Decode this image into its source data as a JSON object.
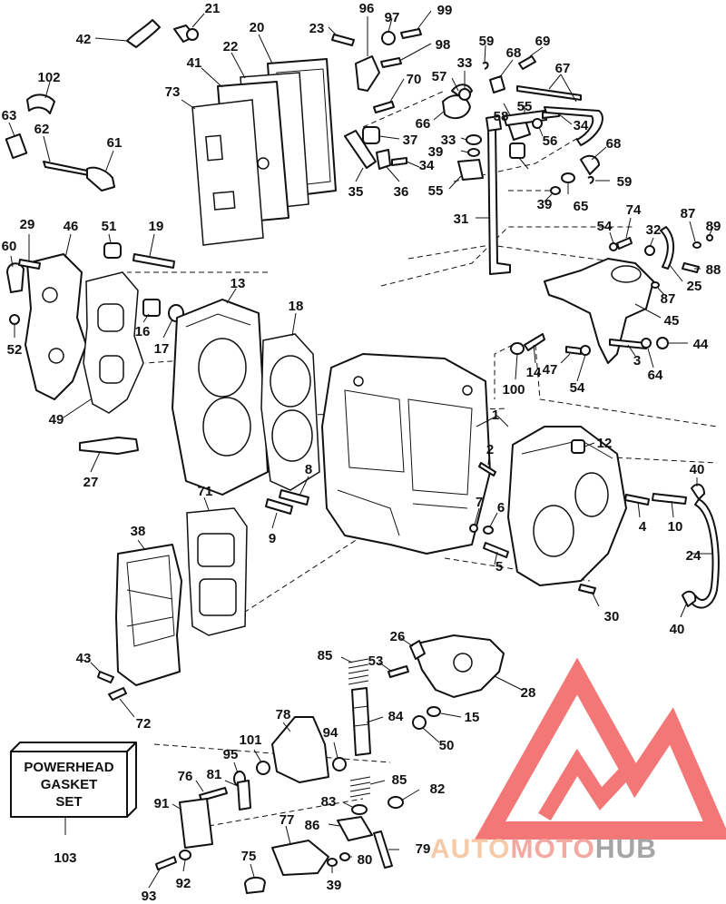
{
  "kit_label": [
    "POWERHEAD",
    "GASKET",
    "SET"
  ],
  "watermark": {
    "part1": "AUTO",
    "part2": "MOTO",
    "part3": "HUB",
    "color1": "#f4b98a",
    "color2": "#f08c84",
    "color3": "#888888",
    "logo_color": "#ef4a4a"
  },
  "callouts": {
    "c1": "1",
    "c2": "2",
    "c3": "3",
    "c4": "4",
    "c5": "5",
    "c6": "6",
    "c7": "7",
    "c8": "8",
    "c9": "9",
    "c10": "10",
    "c12": "12",
    "c13": "13",
    "c14": "14",
    "c15": "15",
    "c16": "16",
    "c17": "17",
    "c18": "18",
    "c19": "19",
    "c20": "20",
    "c21": "21",
    "c22": "22",
    "c23": "23",
    "c24": "24",
    "c25": "25",
    "c26": "26",
    "c27": "27",
    "c28": "28",
    "c29": "29",
    "c30": "30",
    "c31": "31",
    "c32": "32",
    "c33a": "33",
    "c33b": "33",
    "c34a": "34",
    "c34b": "34",
    "c35": "35",
    "c36": "36",
    "c37": "37",
    "c38": "38",
    "c39a": "39",
    "c39b": "39",
    "c39c": "39",
    "c40a": "40",
    "c40b": "40",
    "c41": "41",
    "c42": "42",
    "c43": "43",
    "c44": "44",
    "c45": "45",
    "c46": "46",
    "c47": "47",
    "c49": "49",
    "c50": "50",
    "c51": "51",
    "c52": "52",
    "c53": "53",
    "c54a": "54",
    "c54b": "54",
    "c55a": "55",
    "c55b": "55",
    "c56": "56",
    "c57": "57",
    "c58": "58",
    "c59a": "59",
    "c59b": "59",
    "c60": "60",
    "c61": "61",
    "c62": "62",
    "c63": "63",
    "c64": "64",
    "c65": "65",
    "c66": "66",
    "c67": "67",
    "c68a": "68",
    "c68b": "68",
    "c69": "69",
    "c70": "70",
    "c71": "71",
    "c72": "72",
    "c73": "73",
    "c74": "74",
    "c75": "75",
    "c76": "76",
    "c77": "77",
    "c78": "78",
    "c79": "79",
    "c80": "80",
    "c81": "81",
    "c82": "82",
    "c83": "83",
    "c84": "84",
    "c85a": "85",
    "c85b": "85",
    "c86": "86",
    "c87a": "87",
    "c87b": "87",
    "c88": "88",
    "c89": "89",
    "c91": "91",
    "c92": "92",
    "c93": "93",
    "c94": "94",
    "c95": "95",
    "c96": "96",
    "c97": "97",
    "c98": "98",
    "c99": "99",
    "c100": "100",
    "c101": "101",
    "c102": "102",
    "c103": "103"
  }
}
